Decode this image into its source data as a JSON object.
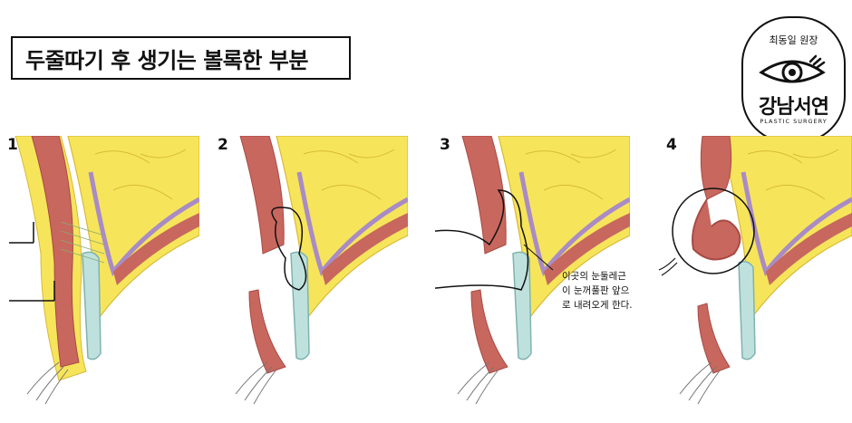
{
  "title": "두줄따기 후 생기는 볼록한 부분",
  "logo": {
    "doctor": "최동일 원장",
    "clinic": "강남서연",
    "sub": "PLASTIC SURGERY",
    "icon": "eye-icon"
  },
  "steps": [
    {
      "number": "1"
    },
    {
      "number": "2"
    },
    {
      "number": "3"
    },
    {
      "number": "4"
    }
  ],
  "annotation": {
    "line1": "이곳의 눈둘레근",
    "line2": "이 눈꺼풀판 앞으",
    "line3": "로 내려오게 한다."
  },
  "colors": {
    "fat": "#F6E55A",
    "fat_line": "#D9B93A",
    "muscle": "#C8675E",
    "muscle_dark": "#A84A44",
    "membrane": "#A98BC6",
    "tarsus": "#BFE1DE",
    "skin_edge": "#E3C0A8",
    "outline": "#222222"
  }
}
